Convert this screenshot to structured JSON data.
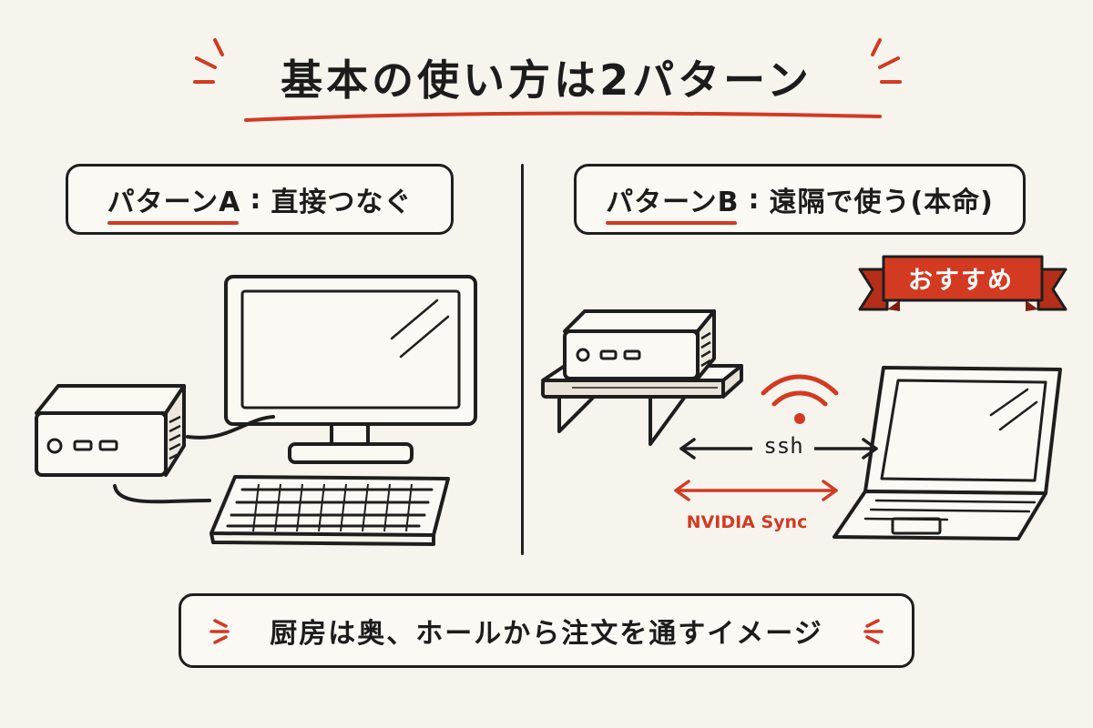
{
  "title": "基本の使い方は2パターン",
  "pattern_a": {
    "label": "パターンA",
    "separator": ":",
    "text": "直接つなぐ"
  },
  "pattern_b": {
    "label": "パターンB",
    "separator": ":",
    "text": "遠隔で使う(本命)"
  },
  "badge": "おすすめ",
  "ssh_label": "ssh",
  "sync_label": "NVIDIA Sync",
  "bottom_text": "厨房は奥、ホールから注文を通すイメージ",
  "colors": {
    "accent": "#d23a22",
    "ink": "#1c1c1c",
    "background": "#f7f4ee"
  },
  "icons": {
    "pattern_a": [
      "mini-pc-icon",
      "monitor-icon",
      "keyboard-icon"
    ],
    "pattern_b": [
      "mini-pc-icon",
      "shelf-icon",
      "wifi-icon",
      "laptop-icon"
    ]
  }
}
